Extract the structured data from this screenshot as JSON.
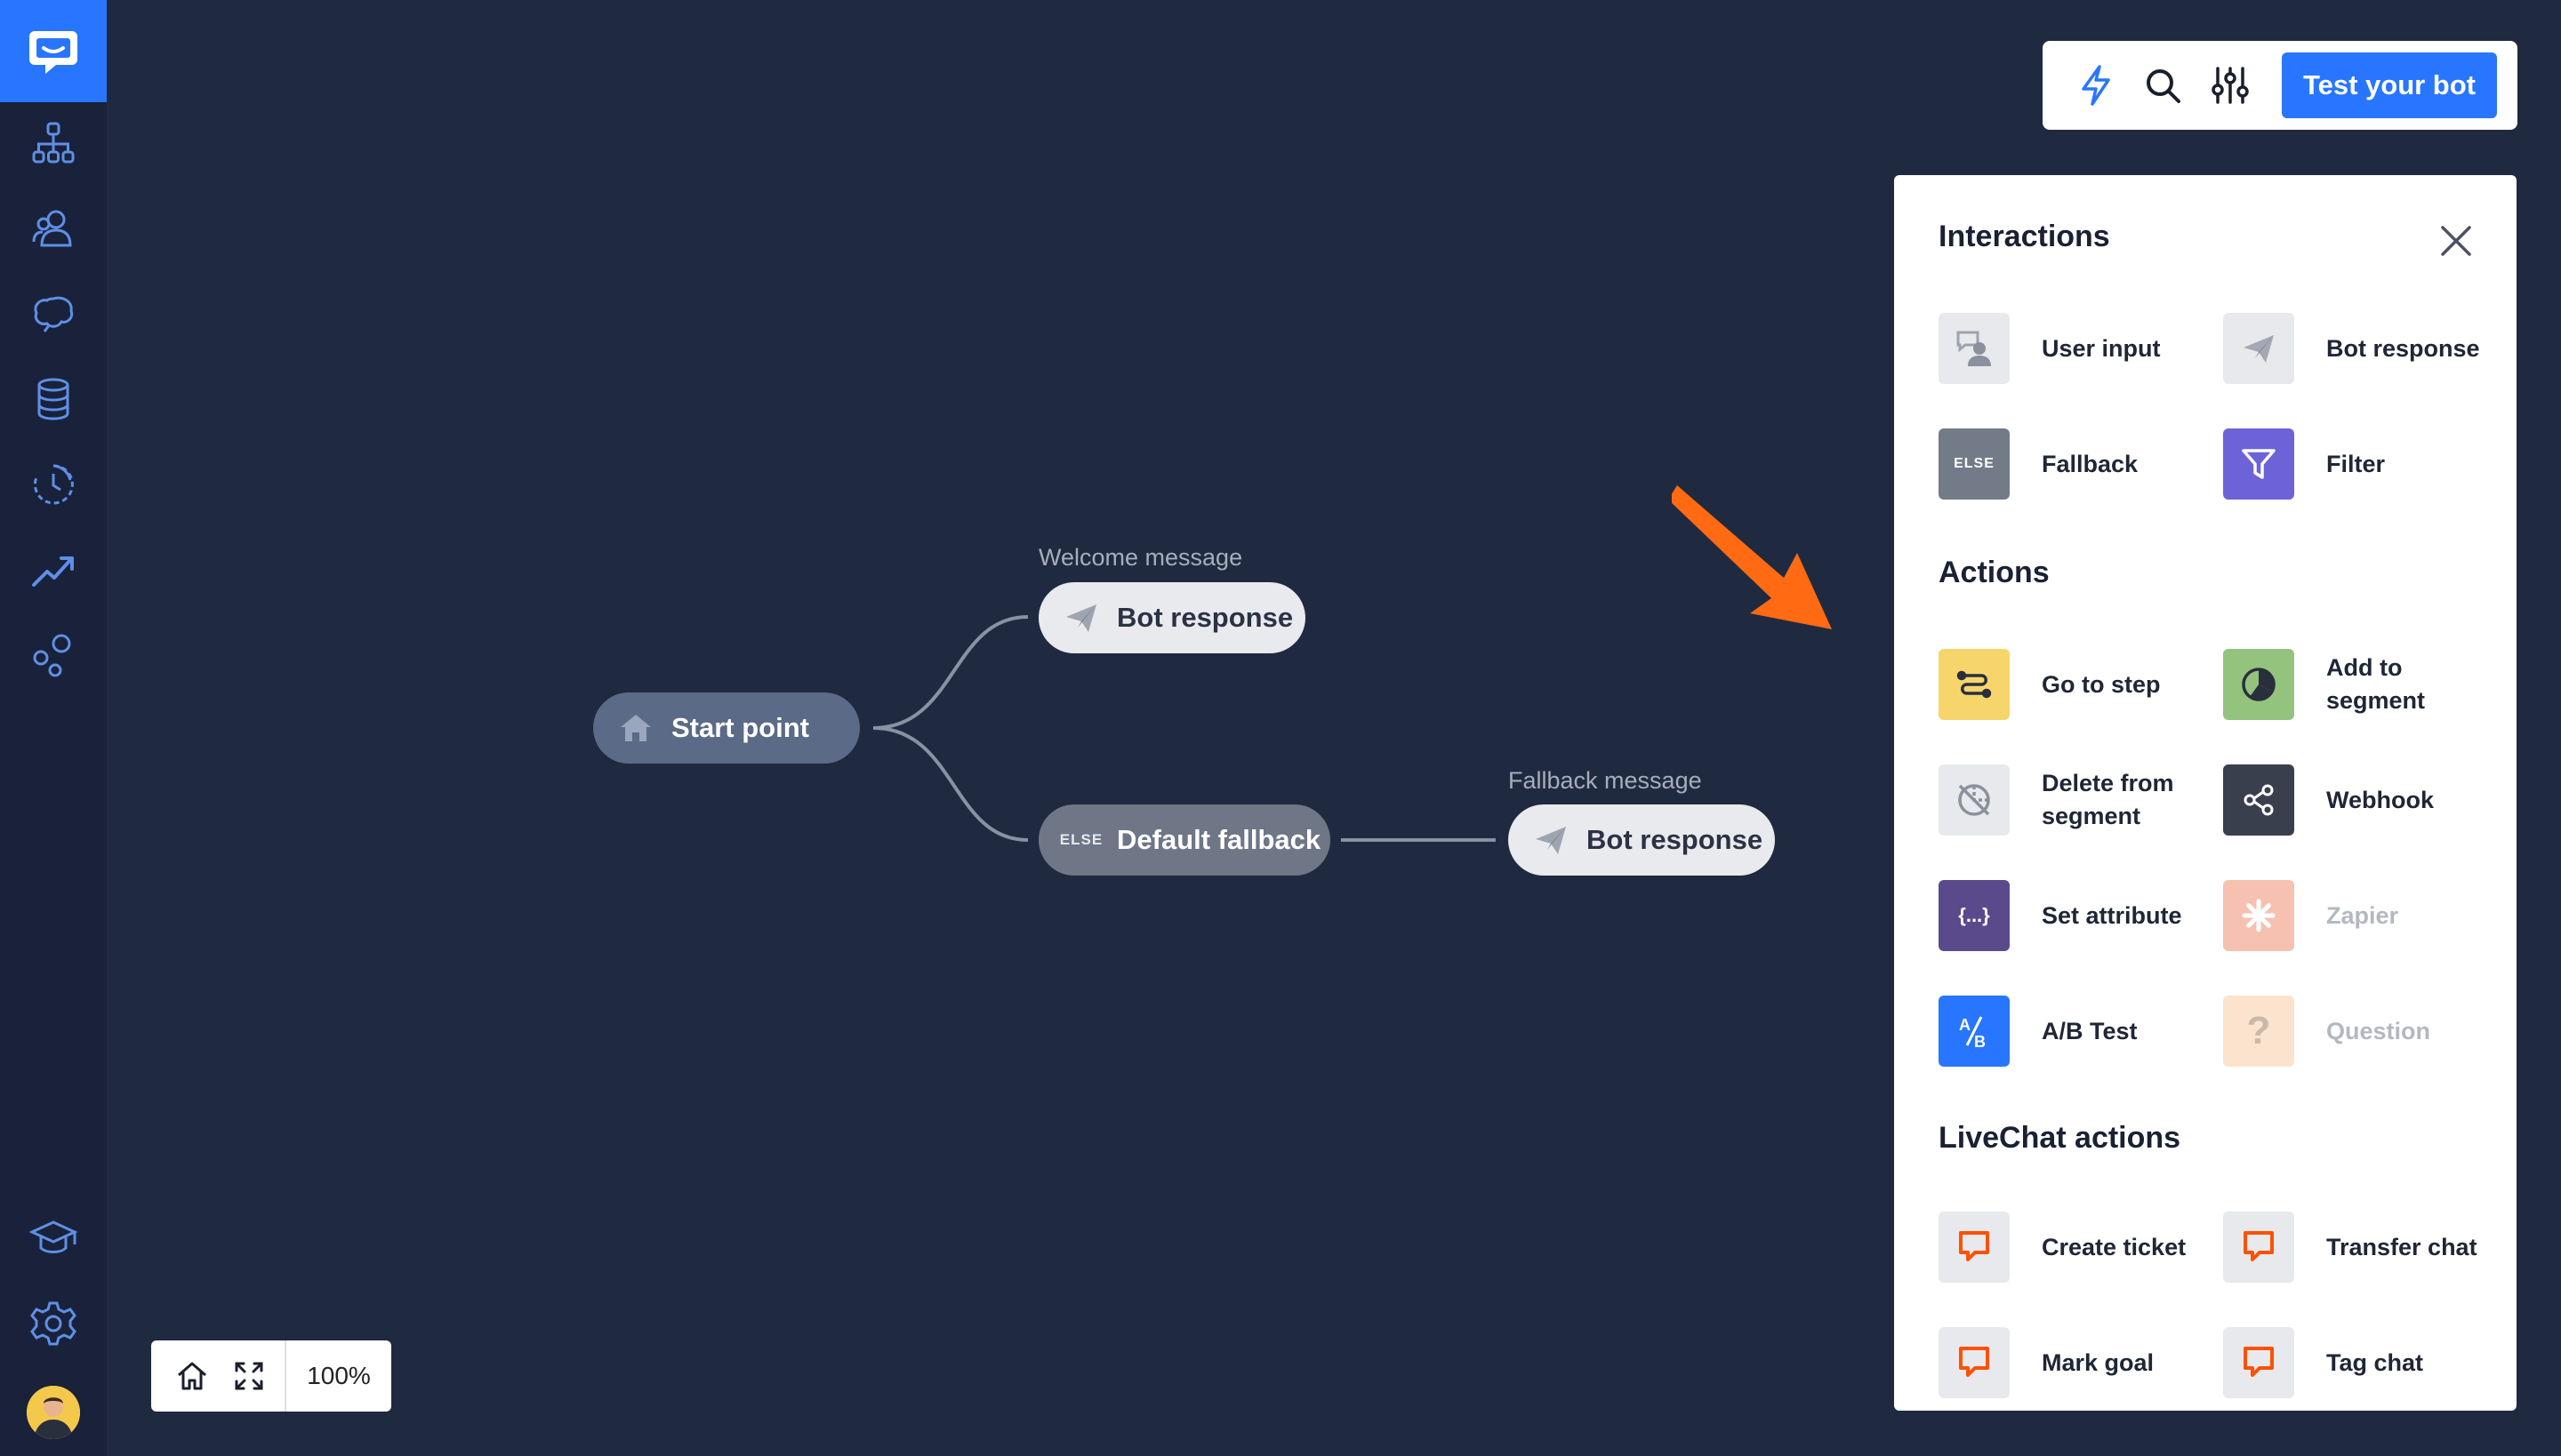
{
  "sidebar": {
    "icons": [
      "chat-logo-icon",
      "flow-icon",
      "audience-icon",
      "brain-icon",
      "database-icon",
      "history-icon",
      "trend-icon",
      "integrations-icon",
      "academy-icon",
      "settings-icon"
    ]
  },
  "toolbar": {
    "test_label": "Test your bot"
  },
  "canvas": {
    "start_label": "Start point",
    "welcome_caption": "Welcome message",
    "welcome_bot_label": "Bot response",
    "fallback_label": "Default fallback",
    "else_tag": "ELSE",
    "fallback_caption": "Fallback message",
    "fallback_bot_label": "Bot response"
  },
  "zoom": {
    "value": "100%"
  },
  "panel": {
    "interactions_title": "Interactions",
    "actions_title": "Actions",
    "livechat_title": "LiveChat actions",
    "interactions": [
      {
        "label": "User input",
        "icon": "user-input-icon",
        "color": "#e8e9ec"
      },
      {
        "label": "Bot response",
        "icon": "bot-response-icon",
        "color": "#e8e9ec"
      },
      {
        "label": "Fallback",
        "icon": "else-icon",
        "color": "#737a88",
        "tag": "ELSE"
      },
      {
        "label": "Filter",
        "icon": "filter-icon",
        "color": "#6c63d9"
      }
    ],
    "actions": [
      {
        "label": "Go to step",
        "icon": "go-to-step-icon",
        "color": "#f6d56a"
      },
      {
        "label": "Add to segment",
        "icon": "segment-add-icon",
        "color": "#94c37d"
      },
      {
        "label": "Delete from segment",
        "icon": "segment-delete-icon",
        "color": "#e8e9ec"
      },
      {
        "label": "Webhook",
        "icon": "webhook-icon",
        "color": "#3a3f4d"
      },
      {
        "label": "Set attribute",
        "icon": "attribute-icon",
        "color": "#5b4a8b",
        "tag": "{...}"
      },
      {
        "label": "Zapier",
        "icon": "zapier-icon",
        "color": "#f6c1b1"
      },
      {
        "label": "A/B Test",
        "icon": "ab-test-icon",
        "color": "#2876ff"
      },
      {
        "label": "Question",
        "icon": "question-icon",
        "color": "#fbe3cd",
        "tag": "?"
      }
    ],
    "livechat": [
      {
        "label": "Create ticket",
        "icon": "livechat-icon"
      },
      {
        "label": "Transfer chat",
        "icon": "livechat-icon"
      },
      {
        "label": "Mark goal",
        "icon": "livechat-icon"
      },
      {
        "label": "Tag chat",
        "icon": "livechat-icon"
      }
    ]
  },
  "colors": {
    "canvas_bg": "#1f2a40",
    "sidebar_bg": "#19223a",
    "accent": "#2876ff",
    "livechat_orange": "#ff5100",
    "arrow_orange": "#ff6a13"
  }
}
